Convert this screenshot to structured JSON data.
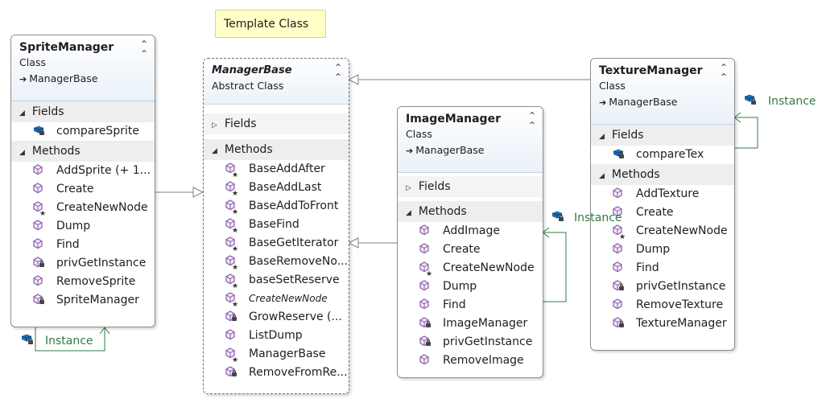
{
  "note": "Template Class",
  "classes": {
    "sprite": {
      "name": "SpriteManager",
      "stereotype": "Class",
      "base": "ManagerBase",
      "fields_label": "Fields",
      "methods_label": "Methods",
      "fields": [
        "compareSprite"
      ],
      "methods": [
        "AddSprite (+ 1...",
        "Create",
        "CreateNewNode",
        "Dump",
        "Find",
        "privGetInstance",
        "RemoveSprite",
        "SpriteManager"
      ]
    },
    "manager": {
      "name": "ManagerBase",
      "stereotype": "Abstract Class",
      "fields_label": "Fields",
      "methods_label": "Methods",
      "methods": [
        "BaseAddAfter",
        "BaseAddLast",
        "BaseAddToFront",
        "BaseFind",
        "BaseGetIterator",
        "BaseRemoveNo...",
        "baseSetReserve",
        "CreateNewNode",
        "GrowReserve (...",
        "ListDump",
        "ManagerBase",
        "RemoveFromRe..."
      ]
    },
    "image": {
      "name": "ImageManager",
      "stereotype": "Class",
      "base": "ManagerBase",
      "fields_label": "Fields",
      "methods_label": "Methods",
      "methods": [
        "AddImage",
        "Create",
        "CreateNewNode",
        "Dump",
        "Find",
        "ImageManager",
        "privGetInstance",
        "RemoveImage"
      ]
    },
    "texture": {
      "name": "TextureManager",
      "stereotype": "Class",
      "base": "ManagerBase",
      "fields_label": "Fields",
      "methods_label": "Methods",
      "fields": [
        "compareTex"
      ],
      "methods": [
        "AddTexture",
        "Create",
        "CreateNewNode",
        "Dump",
        "Find",
        "privGetInstance",
        "RemoveTexture",
        "TextureManager"
      ]
    }
  },
  "associations": {
    "sprite_instance": "Instance",
    "image_instance": "Instance",
    "texture_instance": "Instance"
  },
  "icons": {
    "collapse": "double-chevron-up-icon",
    "field": "field-icon",
    "method": "method-cube-icon",
    "inherits": "inherits-arrow-icon"
  },
  "colors": {
    "note_bg": "#ffffc8",
    "association": "#2f7d43",
    "method_icon": "#8a5aa8",
    "field_icon": "#1f6fb5"
  }
}
